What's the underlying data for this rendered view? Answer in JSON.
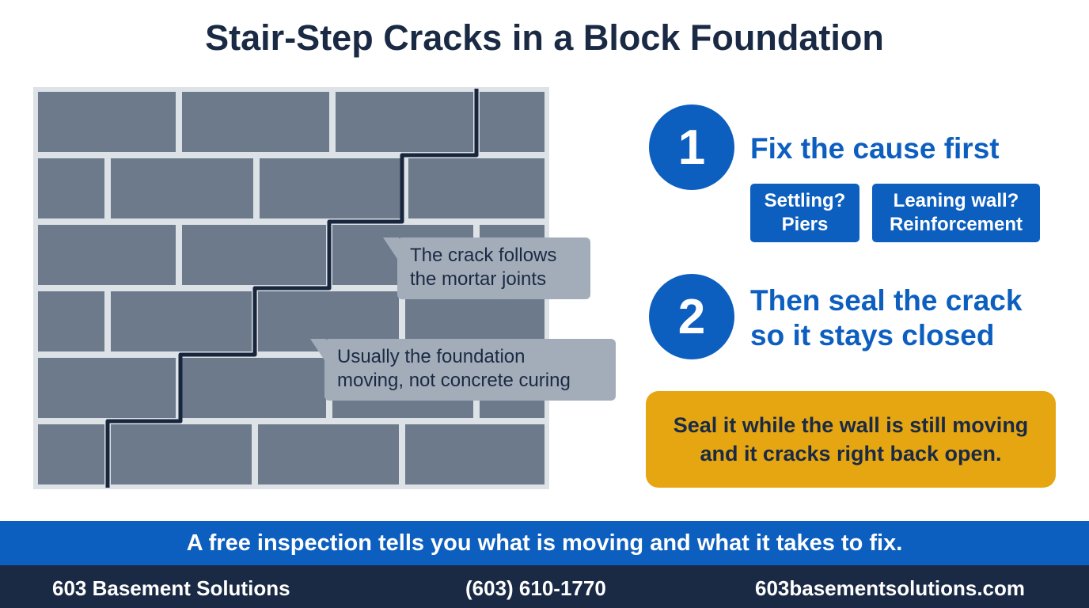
{
  "title": "Stair-Step Cracks in a Block Foundation",
  "callouts": {
    "joints": [
      "The crack follows",
      "the mortar joints"
    ],
    "cause": [
      "Usually the foundation",
      "moving, not concrete curing"
    ]
  },
  "steps": [
    {
      "number": "1",
      "lines": [
        "Fix the cause first"
      ]
    },
    {
      "number": "2",
      "lines": [
        "Then seal the crack",
        "so it stays closed"
      ]
    }
  ],
  "tags": [
    {
      "lines": [
        "Settling?",
        "Piers"
      ]
    },
    {
      "lines": [
        "Leaning wall?",
        "Reinforcement"
      ]
    }
  ],
  "warning": [
    "Seal it while the wall is still moving",
    "and it cracks right back open."
  ],
  "banner": "A free inspection tells you what is moving and what it takes to fix.",
  "footer": {
    "company": "603 Basement Solutions",
    "phone": "(603) 610-1770",
    "website": "603basementsolutions.com"
  },
  "colors": {
    "brand_blue": "#0d5fbf",
    "navy": "#1b2a44",
    "warning_yellow": "#e6a612",
    "block_gray": "#6c7a8c",
    "mortar": "#dde2e7"
  }
}
